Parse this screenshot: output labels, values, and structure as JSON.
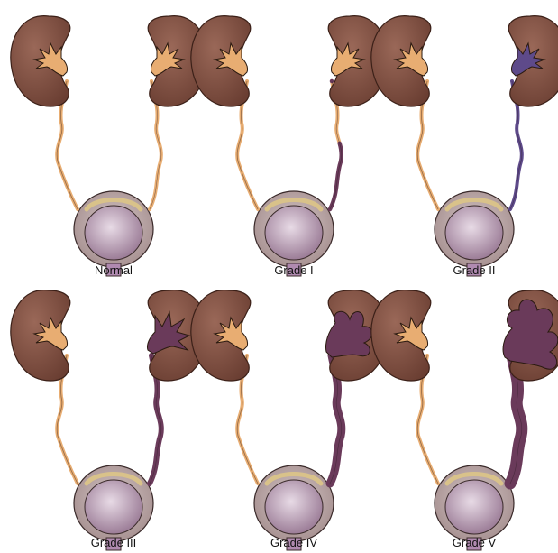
{
  "panels": [
    {
      "label": "Normal",
      "grade": 0
    },
    {
      "label": "Grade I",
      "grade": 1
    },
    {
      "label": "Grade II",
      "grade": 2
    },
    {
      "label": "Grade III",
      "grade": 3
    },
    {
      "label": "Grade IV",
      "grade": 4
    },
    {
      "label": "Grade V",
      "grade": 5
    }
  ],
  "colors": {
    "kidney": "#7a4a3c",
    "kidney_edge": "#3b2018",
    "urine_normal": "#e8ad72",
    "urine_reflux": "#6a3a5a",
    "urine_reflux_grade2": "#5e4a8a",
    "bladder_outer": "#b3a0a0",
    "bladder_inner": "#c8b2c3",
    "bladder_rim": "#d9c28a"
  }
}
